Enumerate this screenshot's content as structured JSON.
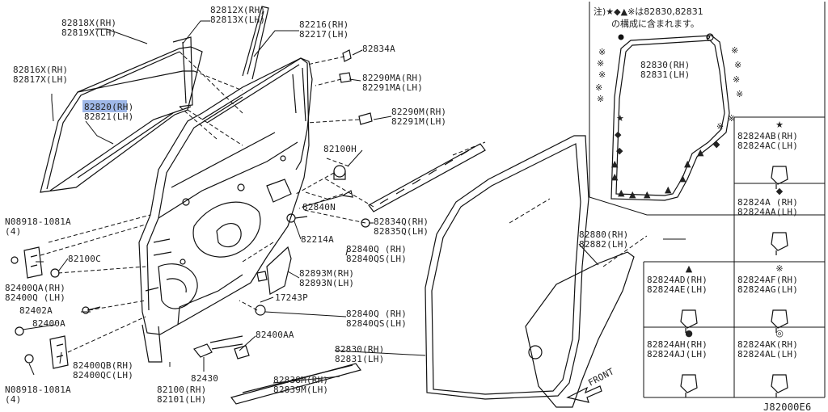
{
  "diagram_code": "J82000E6",
  "note": {
    "line1": "注)★◆▲※は82830,82831",
    "line2": "の構成に含まれます。"
  },
  "direction_label": "FRONT",
  "callouts": [
    {
      "id": "c1",
      "lines": [
        "82818X(RH)",
        "82819X(LH)"
      ]
    },
    {
      "id": "c2",
      "lines": [
        "82812X(RH)",
        "82813X(LH)"
      ]
    },
    {
      "id": "c3",
      "lines": [
        "82216(RH)",
        "82217(LH)"
      ]
    },
    {
      "id": "c4",
      "lines": [
        "82834A"
      ]
    },
    {
      "id": "c5",
      "lines": [
        "82290MA(RH)",
        "82291MA(LH)"
      ]
    },
    {
      "id": "c6",
      "lines": [
        "82816X(RH)",
        "82817X(LH)"
      ]
    },
    {
      "id": "c7",
      "lines": [
        "82820(RH)",
        "82821(LH)"
      ]
    },
    {
      "id": "c8",
      "lines": [
        "82290M(RH)",
        "82291M(LH)"
      ]
    },
    {
      "id": "c9",
      "lines": [
        "82100H"
      ]
    },
    {
      "id": "c10",
      "lines": [
        "82840N"
      ]
    },
    {
      "id": "c11",
      "lines": [
        "82834Q(RH)",
        "82835Q(LH)"
      ]
    },
    {
      "id": "c12",
      "lines": [
        "N08918-1081A",
        "(4)"
      ]
    },
    {
      "id": "c13",
      "lines": [
        "82214A"
      ]
    },
    {
      "id": "c14",
      "lines": [
        "82840Q (RH)",
        "82840QS(LH)"
      ]
    },
    {
      "id": "c15",
      "lines": [
        "82100C"
      ]
    },
    {
      "id": "c16",
      "lines": [
        "82893M(RH)",
        "82893N(LH)"
      ]
    },
    {
      "id": "c17",
      "lines": [
        "82400QA(RH)",
        "82400Q (LH)"
      ]
    },
    {
      "id": "c18",
      "lines": [
        "17243P"
      ]
    },
    {
      "id": "c19",
      "lines": [
        "82402A"
      ]
    },
    {
      "id": "c20",
      "lines": [
        "82840Q (RH)",
        "82840QS(LH)"
      ]
    },
    {
      "id": "c21",
      "lines": [
        "82400A"
      ]
    },
    {
      "id": "c22",
      "lines": [
        "82400AA"
      ]
    },
    {
      "id": "c23",
      "lines": [
        "82830(RH)",
        "82831(LH)"
      ]
    },
    {
      "id": "c24",
      "lines": [
        "82400QB(RH)",
        "82400QC(LH)"
      ]
    },
    {
      "id": "c25",
      "lines": [
        "82430"
      ]
    },
    {
      "id": "c26",
      "lines": [
        "82838M(RH)",
        "82839M(LH)"
      ]
    },
    {
      "id": "c27",
      "lines": [
        "N08918-1081A",
        "(4)"
      ]
    },
    {
      "id": "c28",
      "lines": [
        "82100(RH)",
        "82101(LH)"
      ]
    },
    {
      "id": "c29",
      "lines": [
        "82880(RH)",
        "82882(LH)"
      ]
    },
    {
      "id": "c30",
      "lines": [
        "82830(RH)",
        "82831(LH)"
      ]
    }
  ],
  "legend": [
    {
      "symbol": "★",
      "lines": [
        "82824AB(RH)",
        "82824AC(LH)"
      ]
    },
    {
      "symbol": "◆",
      "lines": [
        "82824A (RH)",
        "82824AA(LH)"
      ]
    },
    {
      "symbol": "▲",
      "lines": [
        "82824AD(RH)",
        "82824AE(LH)"
      ]
    },
    {
      "symbol": "※",
      "lines": [
        "82824AF(RH)",
        "82824AG(LH)"
      ]
    },
    {
      "symbol": "●",
      "lines": [
        "82824AH(RH)",
        "82824AJ(LH)"
      ]
    },
    {
      "symbol": "◎",
      "lines": [
        "82824AK(RH)",
        "82824AL(LH)"
      ]
    }
  ],
  "highlighted_part": "82820"
}
